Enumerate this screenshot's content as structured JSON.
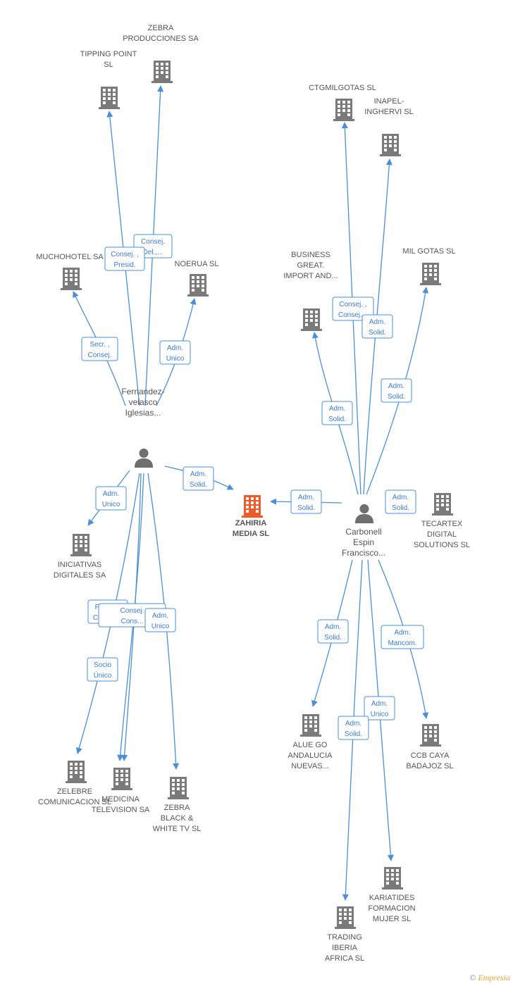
{
  "colors": {
    "edge": "#4a8fd8",
    "company": "#7a7a7a",
    "company_main": "#f05a28",
    "person": "#6f6f6f"
  },
  "main_company": {
    "name": "ZAHIRIA MEDIA SL",
    "lines": [
      "ZAHIRIA",
      "MEDIA SL"
    ],
    "icon": "building-icon"
  },
  "persons": [
    {
      "id": "fernandez",
      "lines": [
        "Fernandez-",
        "velasco",
        "Iglesias..."
      ],
      "icon": "person-icon"
    },
    {
      "id": "carbonell",
      "lines": [
        "Carbonell",
        "Espin",
        "Francisco..."
      ],
      "icon": "person-icon"
    }
  ],
  "companies": [
    {
      "id": "zebra_prod",
      "lines": [
        "ZEBRA",
        "PRODUCCIONES SA"
      ]
    },
    {
      "id": "tipping",
      "lines": [
        "TIPPING POINT",
        "SL"
      ]
    },
    {
      "id": "muchohotel",
      "lines": [
        "MUCHOHOTEL SA"
      ]
    },
    {
      "id": "noerua",
      "lines": [
        "NOERUA SL"
      ]
    },
    {
      "id": "iniciativas",
      "lines": [
        "INICIATIVAS",
        "DIGITALES SA"
      ]
    },
    {
      "id": "zelebre",
      "lines": [
        "ZELEBRE",
        "COMUNICACION SL"
      ]
    },
    {
      "id": "medicina",
      "lines": [
        "MEDICINA",
        "TELEVISION SA"
      ]
    },
    {
      "id": "zebra_black",
      "lines": [
        "ZEBRA",
        "BLACK &",
        "WHITE TV  SL"
      ]
    },
    {
      "id": "ctgmilgotas",
      "lines": [
        "CTGMILGOTAS SL"
      ]
    },
    {
      "id": "inapel",
      "lines": [
        "INAPEL-",
        "INGHERVI SL"
      ]
    },
    {
      "id": "milgotas",
      "lines": [
        "MIL GOTAS SL"
      ]
    },
    {
      "id": "business",
      "lines": [
        "BUSINESS",
        "GREAT.",
        "IMPORT AND..."
      ]
    },
    {
      "id": "tecartex",
      "lines": [
        "TECARTEX",
        "DIGITAL",
        "SOLUTIONS SL"
      ]
    },
    {
      "id": "aluego",
      "lines": [
        "ALUE GO",
        "ANDALUCIA",
        "NUEVAS..."
      ]
    },
    {
      "id": "ccbcaya",
      "lines": [
        "CCB CAYA",
        "BADAJOZ SL"
      ]
    },
    {
      "id": "kariatides",
      "lines": [
        "KARIATIDES",
        "FORMACION",
        "MUJER SL"
      ]
    },
    {
      "id": "trading",
      "lines": [
        "TRADING",
        "IBERIA",
        "AFRICA SL"
      ]
    }
  ],
  "roles": [
    {
      "id": "r_zebraprod",
      "lines": [
        "Consej.",
        "Del.,..."
      ]
    },
    {
      "id": "r_tipping",
      "lines": [
        "Consej. ,",
        "Presid."
      ]
    },
    {
      "id": "r_muchohotel",
      "lines": [
        "Secr. ,",
        "Consej."
      ]
    },
    {
      "id": "r_noerua",
      "lines": [
        "Adm.",
        "Unico"
      ]
    },
    {
      "id": "r_main_f",
      "lines": [
        "Adm.",
        "Solid."
      ]
    },
    {
      "id": "r_iniciativas",
      "lines": [
        "Adm.",
        "Unico"
      ]
    },
    {
      "id": "r_presid",
      "lines": [
        "Presid. ,",
        "Consej...."
      ]
    },
    {
      "id": "r_consej_hidden",
      "lines": [
        "Consej.",
        "Cons..."
      ]
    },
    {
      "id": "r_zebrablack",
      "lines": [
        "Adm.",
        "Unico"
      ]
    },
    {
      "id": "r_socio",
      "lines": [
        "Socio",
        "Único"
      ]
    },
    {
      "id": "r_ctg",
      "lines": [
        "Consej. ,",
        "Consej...."
      ]
    },
    {
      "id": "r_inapel",
      "lines": [
        "Adm.",
        "Solid."
      ]
    },
    {
      "id": "r_milgotas",
      "lines": [
        "Adm.",
        "Solid."
      ]
    },
    {
      "id": "r_business",
      "lines": [
        "Adm.",
        "Solid."
      ]
    },
    {
      "id": "r_main_c",
      "lines": [
        "Adm.",
        "Solid."
      ]
    },
    {
      "id": "r_tecartex",
      "lines": [
        "Adm.",
        "Solid."
      ]
    },
    {
      "id": "r_aluego",
      "lines": [
        "Adm.",
        "Solid."
      ]
    },
    {
      "id": "r_ccbcaya",
      "lines": [
        "Adm.",
        "Mancom."
      ]
    },
    {
      "id": "r_kariatides",
      "lines": [
        "Adm.",
        "Unico"
      ]
    },
    {
      "id": "r_trading",
      "lines": [
        "Adm.",
        "Solid."
      ]
    }
  ],
  "footer": {
    "copyright": "©",
    "brand": "Empresia"
  }
}
